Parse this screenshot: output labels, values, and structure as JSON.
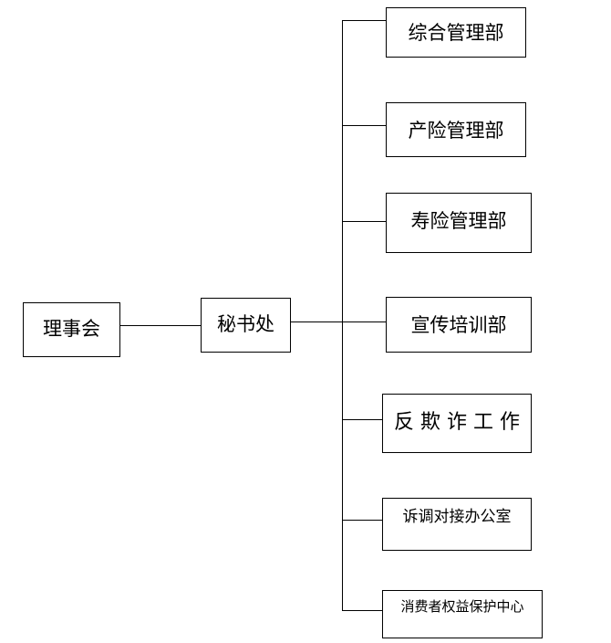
{
  "diagram": {
    "root": "理事会",
    "middle": "秘书处",
    "departments": [
      "综合管理部",
      "产险管理部",
      "寿险管理部",
      "宣传培训部",
      "反 欺 诈 工 作",
      "诉调对接办公室",
      "消费者权益保护中心"
    ]
  },
  "colors": {
    "line": "#000000",
    "box_border": "#000000",
    "text": "#000000"
  }
}
